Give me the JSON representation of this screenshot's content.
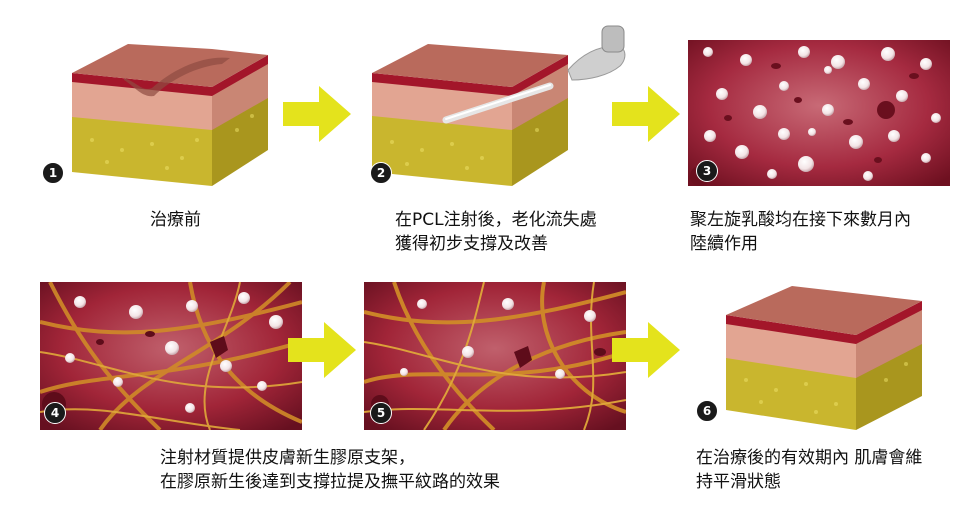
{
  "steps": [
    {
      "number": "1",
      "caption_lines": [
        "治療前"
      ]
    },
    {
      "number": "2",
      "caption_lines": [
        "在PCL注射後，老化流失處",
        "獲得初步支撐及改善"
      ]
    },
    {
      "number": "3",
      "caption_lines": [
        "聚左旋乳酸均在接下來數月內",
        "陸續作用"
      ]
    },
    {
      "number": "4",
      "caption_lines": []
    },
    {
      "number": "5",
      "caption_lines": []
    },
    {
      "number": "6",
      "caption_lines": [
        "在治療後的有效期內 肌膚會維",
        "持平滑狀態"
      ]
    }
  ],
  "caption_4_5": [
    "注射材質提供皮膚新生膠原支架，",
    "在膠原新生後達到支撐拉提及撫平紋路的效果"
  ],
  "colors": {
    "skin_top": "#b5665a",
    "dermis": "#e3a796",
    "fat": "#d6c63c",
    "red_layer": "#a3162a",
    "arrow": "#e6e61a",
    "cell_bg": "#9e2338"
  }
}
